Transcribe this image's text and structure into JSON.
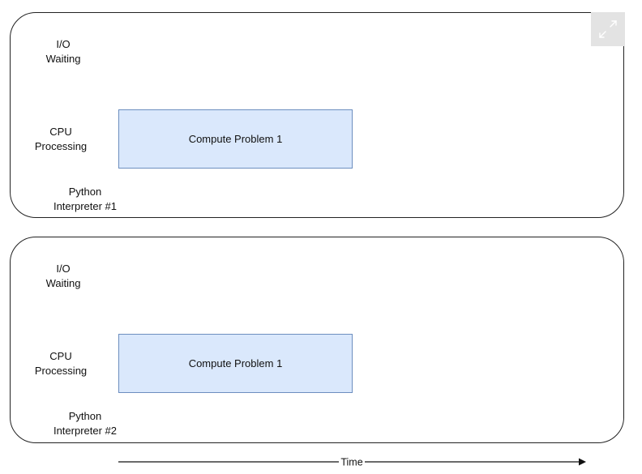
{
  "panels": [
    {
      "io_label": [
        "I/O",
        "Waiting"
      ],
      "cpu_label": [
        "CPU",
        "Processing"
      ],
      "interpreter_label": [
        "Python",
        "Interpreter #1"
      ],
      "block_label": "Compute Problem 1"
    },
    {
      "io_label": [
        "I/O",
        "Waiting"
      ],
      "cpu_label": [
        "CPU",
        "Processing"
      ],
      "interpreter_label": [
        "Python",
        "Interpreter #2"
      ],
      "block_label": "Compute Problem 1"
    }
  ],
  "axis": {
    "label": "Time"
  },
  "toolbar": {
    "expand_icon": "expand-icon"
  },
  "colors": {
    "block_fill": "#dae8fc",
    "block_stroke": "#6c8ebf",
    "panel_stroke": "#222222",
    "expand_bg": "#e3e3e3"
  }
}
